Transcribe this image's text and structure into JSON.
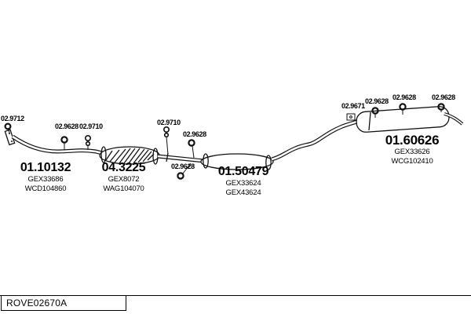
{
  "footer": {
    "code": "ROVE02670A"
  },
  "main_parts": [
    {
      "number": "01.10132",
      "ref1": "GEX33686",
      "ref2": "WCD104860"
    },
    {
      "number": "04.3225",
      "ref1": "GEX8072",
      "ref2": "WAG104070"
    },
    {
      "number": "01.50479",
      "ref1": "GEX33624",
      "ref2": "GEX43624"
    },
    {
      "number": "01.60626",
      "ref1": "GEX33626",
      "ref2": "WCG102410"
    }
  ],
  "small_parts": [
    {
      "number": "02.9712",
      "icon": "gasket-ring"
    },
    {
      "number": "02.9628",
      "icon": "mount-ring"
    },
    {
      "number": "02.9710",
      "icon": "rubber-hanger"
    },
    {
      "number": "02.9710",
      "icon": "rubber-hanger"
    },
    {
      "number": "02.9628",
      "icon": "mount-ring"
    },
    {
      "number": "02.9628",
      "icon": "mount-ring"
    },
    {
      "number": "02.9671",
      "icon": "bracket"
    },
    {
      "number": "02.9628",
      "icon": "mount-ring"
    },
    {
      "number": "02.9628",
      "icon": "mount-ring"
    },
    {
      "number": "02.9628",
      "icon": "mount-ring"
    }
  ]
}
